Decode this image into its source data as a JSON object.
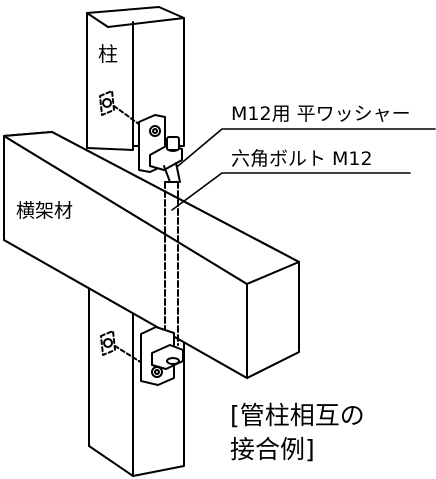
{
  "labels": {
    "column": "柱",
    "beam": "横架材",
    "washer": "M12用 平ワッシャー",
    "bolt": "六角ボルト M12"
  },
  "caption": {
    "open_bracket": "[",
    "line1": "管柱相互の",
    "line2": "接合例",
    "close_bracket": "]"
  }
}
